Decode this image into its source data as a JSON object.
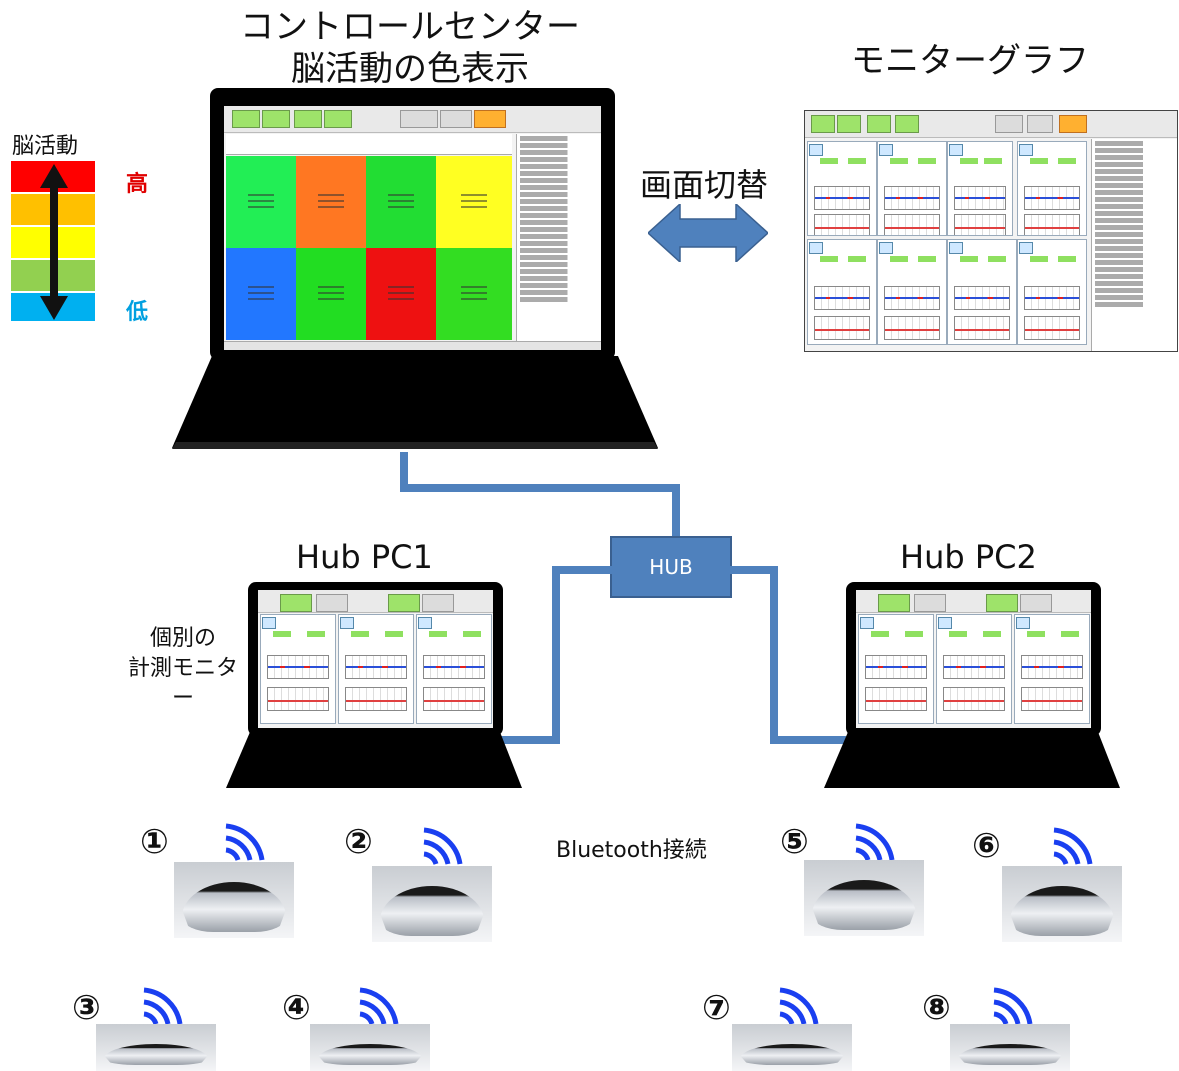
{
  "control_center_title_line1": "コントロールセンター",
  "control_center_title_line2": "脳活動の色表示",
  "monitor_graph_title": "モニターグラフ",
  "screen_switch_label": "画面切替",
  "brain_activity_label": "脳活動",
  "high_label": "高",
  "low_label": "低",
  "hub_pc1_label": "Hub PC1",
  "hub_pc2_label": "Hub PC2",
  "hub_label": "HUB",
  "individual_monitor_line1": "個別の",
  "individual_monitor_line2": "計測モニター",
  "bluetooth_label": "Bluetooth接続",
  "device_numbers": [
    "①",
    "②",
    "③",
    "④",
    "⑤",
    "⑥",
    "⑦",
    "⑧"
  ],
  "colors": {
    "high": "#e00000",
    "low": "#00a0e0",
    "network": "#4f81bd",
    "arrow": "#4f81bd",
    "legend_bands": [
      "#ff0000",
      "#ffc000",
      "#ffff00",
      "#92d050",
      "#00b0f0"
    ],
    "control_grid": [
      "#22ee55",
      "#ff7722",
      "#22dd33",
      "#ffff22",
      "#2277ff",
      "#22dd22",
      "#ee1111",
      "#33dd22"
    ],
    "wifi": "#1a3ff0"
  }
}
